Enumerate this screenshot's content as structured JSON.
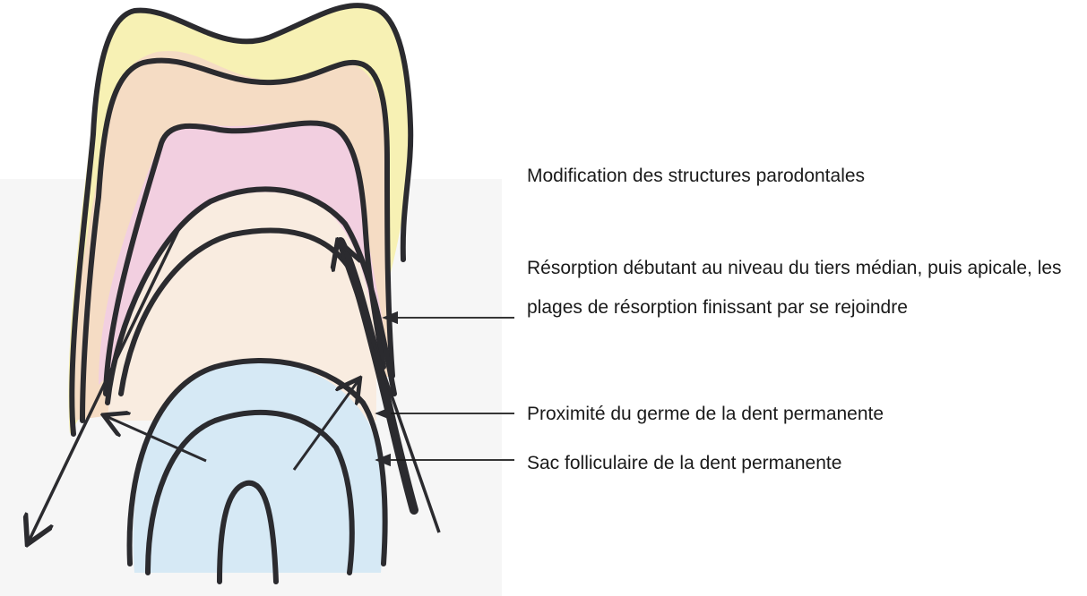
{
  "labels": {
    "modification": "Modification des structures parodontales",
    "resorption": "Résorption débutant au niveau du tiers médian, puis apicale, les plages de résorption finissant par se rejoindre",
    "proximite": "Proximité du germe de la dent permanente",
    "sac": "Sac folliculaire de la dent permanente"
  },
  "colors": {
    "enamel": "#f7f1b4",
    "dentin": "#f5dcc4",
    "pulp": "#f2cfe0",
    "follicle": "#cfe6f3",
    "outline": "#2b2b2f",
    "text": "#1a1a1a"
  }
}
